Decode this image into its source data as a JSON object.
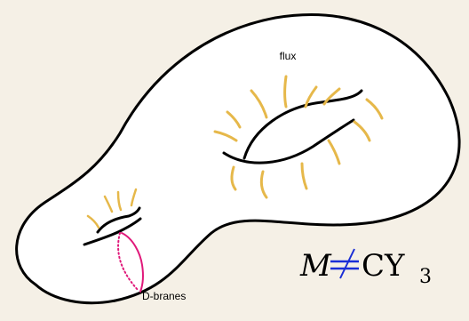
{
  "labels": {
    "flux": "flux",
    "dbranes": "D-branes"
  },
  "equation": {
    "lhs": "M",
    "relation": "≠",
    "rhs": "CY",
    "subscript": "3"
  },
  "colors": {
    "background": "#f5f0e6",
    "manifold_fill": "#ffffff",
    "outline": "#000000",
    "flux_lines": "#e6b84a",
    "dbrane": "#e0197a",
    "not_equal_slash": "#1a2ed6"
  }
}
